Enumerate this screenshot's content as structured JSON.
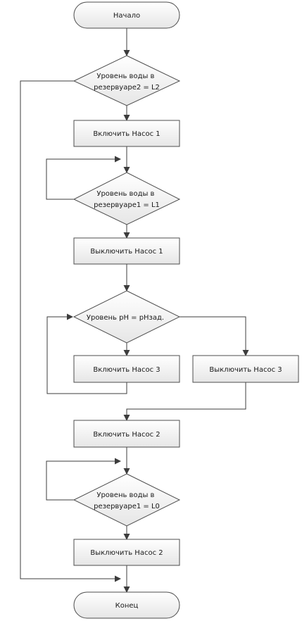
{
  "flowchart": {
    "start": "Начало",
    "decision_l2": [
      "Уровень воды в",
      "резервуаре2 = L2"
    ],
    "pump1_on": "Включить Насос 1",
    "decision_l1": [
      "Уровень воды в",
      "резервуаре1 = L1"
    ],
    "pump1_off": "Выключить Насос 1",
    "decision_ph": "Уровень pH = pHзад.",
    "pump3_on": "Включить Насос 3",
    "pump3_off": "Выключить Насос 3",
    "pump2_on": "Включить Насос 2",
    "decision_l0": [
      "Уровень воды в",
      "резервуаре1 = L0"
    ],
    "pump2_off": "Выключить Насос 2",
    "end": "Конец"
  }
}
